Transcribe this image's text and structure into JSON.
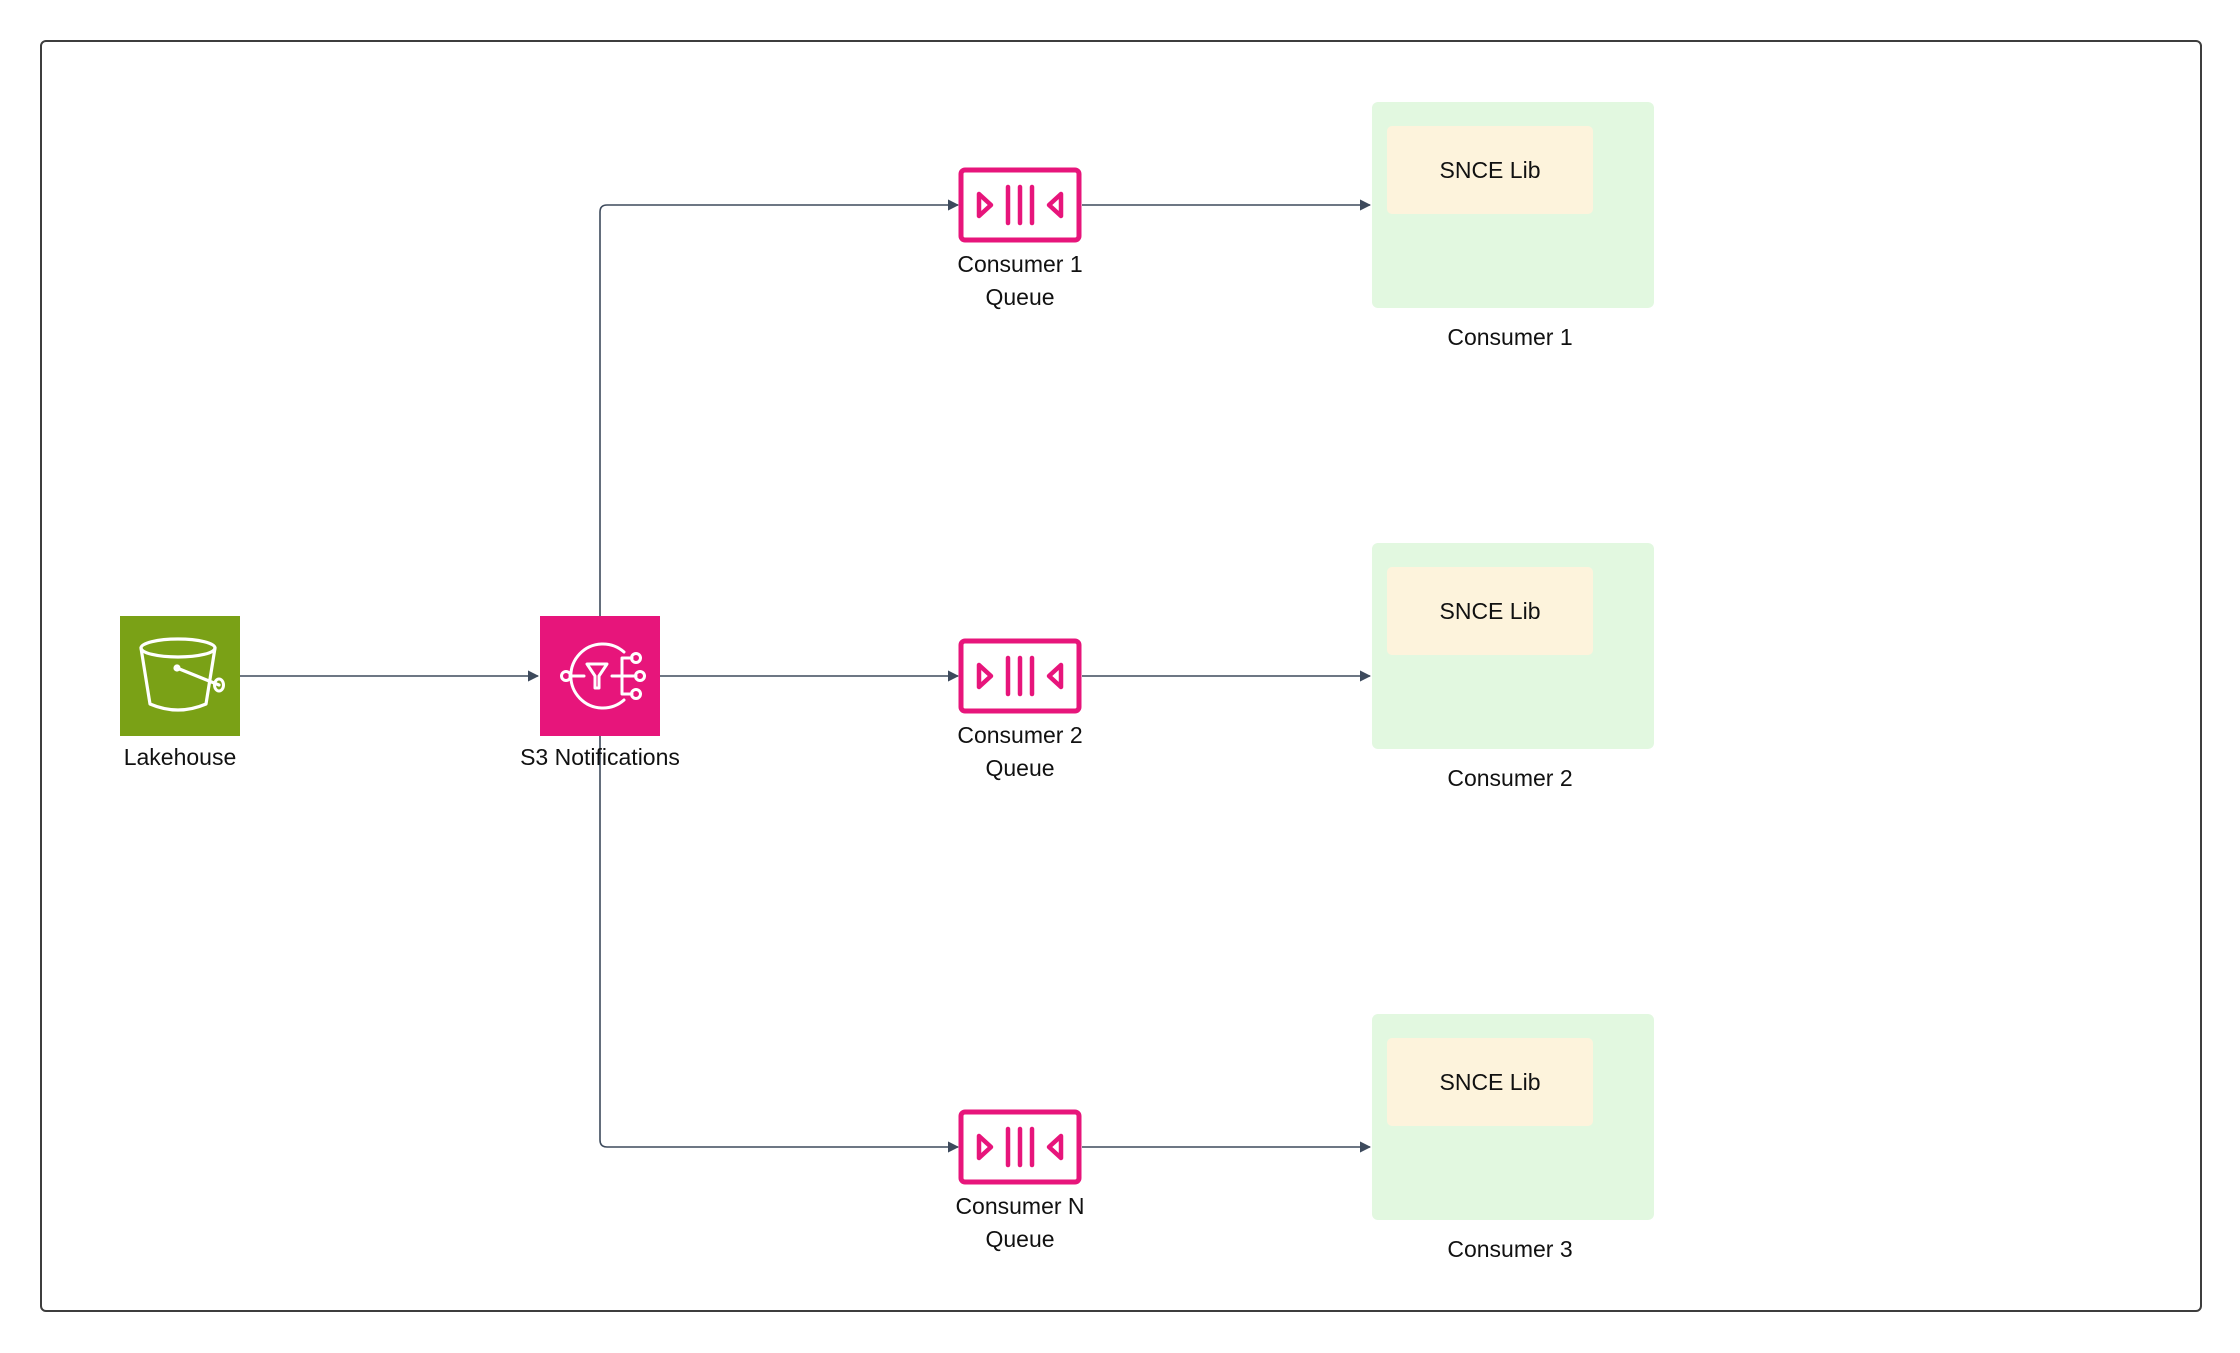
{
  "diagram": {
    "colors": {
      "storage": "#7AA116",
      "messaging": "#E7157B",
      "consumer_fill": "#E2F8E0",
      "library_fill": "#FDF3DC",
      "edge": "#3D4A5C"
    },
    "source": {
      "label": "Lakehouse",
      "icon": "s3-bucket-icon"
    },
    "notifications": {
      "label": "S3 Notifications",
      "icon": "sns-topic-icon"
    },
    "queues": [
      {
        "line1": "Consumer 1",
        "line2": "Queue",
        "icon": "sqs-queue-icon"
      },
      {
        "line1": "Consumer 2",
        "line2": "Queue",
        "icon": "sqs-queue-icon"
      },
      {
        "line1": "Consumer N",
        "line2": "Queue",
        "icon": "sqs-queue-icon"
      }
    ],
    "consumers": [
      {
        "label": "Consumer 1",
        "library": "SNCE Lib"
      },
      {
        "label": "Consumer 2",
        "library": "SNCE Lib"
      },
      {
        "label": "Consumer 3",
        "library": "SNCE Lib"
      }
    ]
  }
}
